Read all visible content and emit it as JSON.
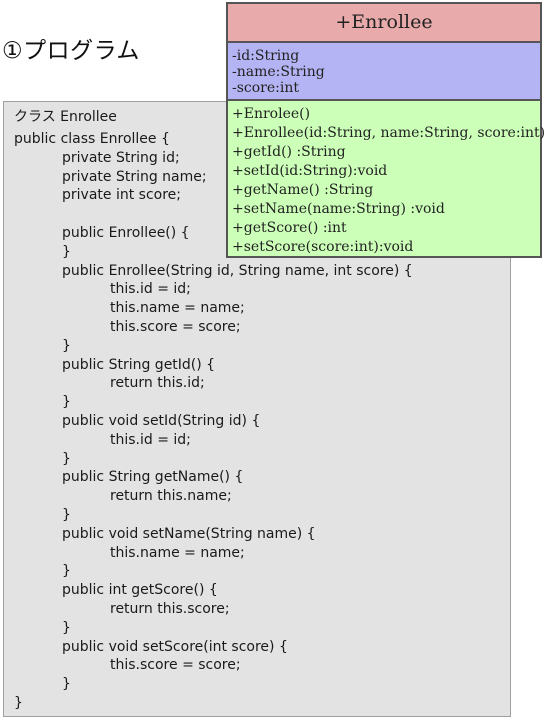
{
  "section_title": "①プログラム",
  "code": {
    "caption": "クラス Enrollee",
    "lines": [
      {
        "indent": 0,
        "text": "public class Enrollee {"
      },
      {
        "indent": 1,
        "text": "private String id;"
      },
      {
        "indent": 1,
        "text": "private String name;"
      },
      {
        "indent": 1,
        "text": "private int score;"
      },
      {
        "indent": 0,
        "text": ""
      },
      {
        "indent": 1,
        "text": "public Enrollee() {"
      },
      {
        "indent": 1,
        "text": "}"
      },
      {
        "indent": 1,
        "text": "public Enrollee(String id, String name, int score) {"
      },
      {
        "indent": 2,
        "text": "this.id = id;"
      },
      {
        "indent": 2,
        "text": "this.name = name;"
      },
      {
        "indent": 2,
        "text": "this.score = score;"
      },
      {
        "indent": 1,
        "text": "}"
      },
      {
        "indent": 1,
        "text": "public String getId() {"
      },
      {
        "indent": 2,
        "text": "return this.id;"
      },
      {
        "indent": 1,
        "text": "}"
      },
      {
        "indent": 1,
        "text": "public void setId(String id) {"
      },
      {
        "indent": 2,
        "text": "this.id = id;"
      },
      {
        "indent": 1,
        "text": "}"
      },
      {
        "indent": 1,
        "text": "public String getName() {"
      },
      {
        "indent": 2,
        "text": "return this.name;"
      },
      {
        "indent": 1,
        "text": "}"
      },
      {
        "indent": 1,
        "text": "public void setName(String name) {"
      },
      {
        "indent": 2,
        "text": "this.name = name;"
      },
      {
        "indent": 1,
        "text": "}"
      },
      {
        "indent": 1,
        "text": "public int getScore() {"
      },
      {
        "indent": 2,
        "text": "return this.score;"
      },
      {
        "indent": 1,
        "text": "}"
      },
      {
        "indent": 1,
        "text": "public void setScore(int score) {"
      },
      {
        "indent": 2,
        "text": "this.score = score;"
      },
      {
        "indent": 1,
        "text": "}"
      },
      {
        "indent": 0,
        "text": "}"
      }
    ]
  },
  "uml": {
    "class_name": "+Enrollee",
    "attributes": [
      "-id:String",
      "-name:String",
      "-score:int"
    ],
    "operations": [
      "+Enrolee()",
      "+Enrollee(id:String, name:String, score:int)",
      "+getId() :String",
      "+setId(id:String):void",
      "+getName() :String",
      "+setName(name:String) :void",
      "+getScore() :int",
      "+setScore(score:int):void"
    ],
    "colors": {
      "name_compartment": "#e8aaaa",
      "attributes_compartment": "#b4b4f4",
      "operations_compartment": "#ccffb8",
      "border": "#555555"
    }
  }
}
